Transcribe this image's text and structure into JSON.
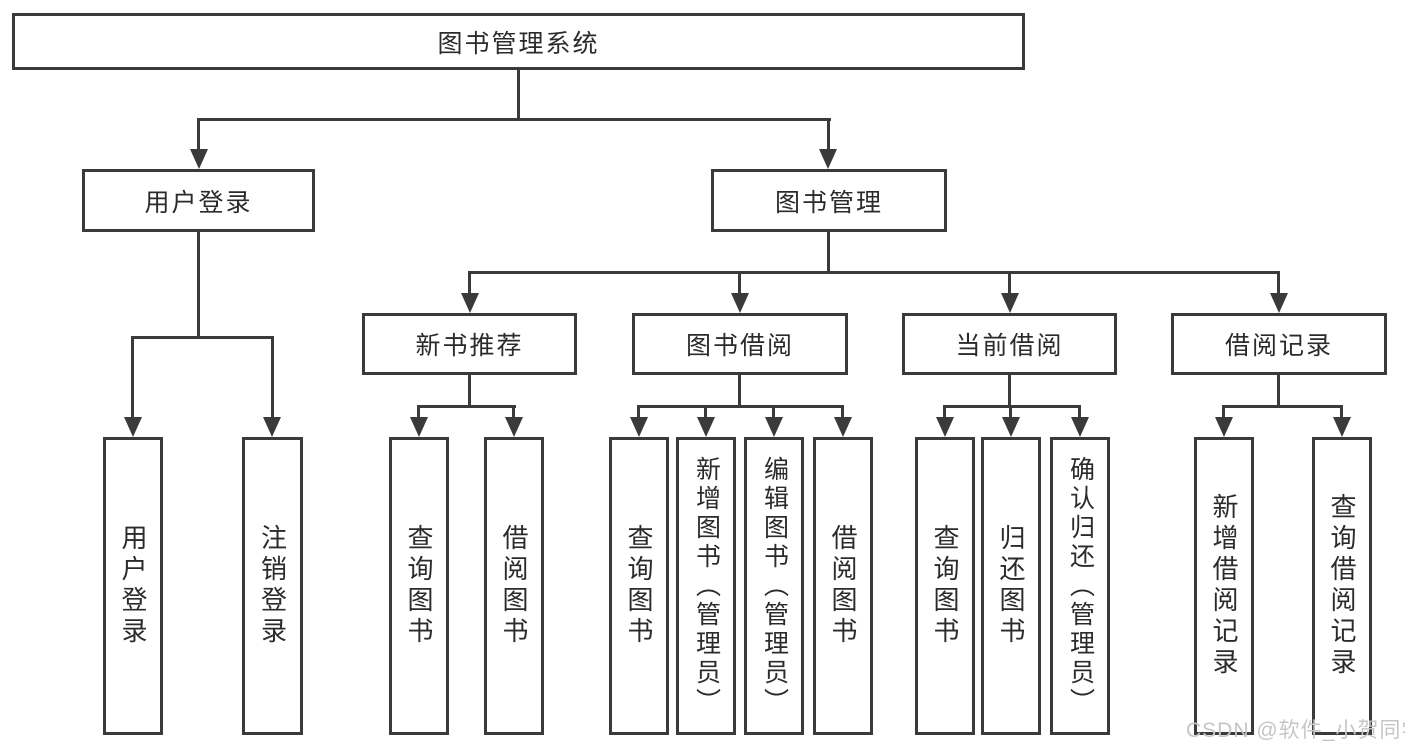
{
  "diagram": {
    "colors": {
      "line": "#3a3a3a",
      "text": "#2b2b2b",
      "watermark": "#c6c6c6",
      "background": "#ffffff"
    },
    "watermark": "CSDN @软件_小贺同学",
    "nodes": {
      "root": {
        "label": "图书管理系统"
      },
      "user_login": {
        "label": "用户登录"
      },
      "book_mgmt": {
        "label": "图书管理"
      },
      "login": {
        "label": "用户登录"
      },
      "logout": {
        "label": "注销登录"
      },
      "new_book_rec": {
        "label": "新书推荐"
      },
      "book_borrow": {
        "label": "图书借阅"
      },
      "current_borrow": {
        "label": "当前借阅"
      },
      "borrow_records": {
        "label": "借阅记录"
      },
      "rec_query": {
        "label": "查询图书"
      },
      "rec_borrow": {
        "label": "借阅图书"
      },
      "bor_query": {
        "label": "查询图书"
      },
      "bor_add": {
        "label": "新增图书（管理员）"
      },
      "bor_edit": {
        "label": "编辑图书（管理员）"
      },
      "bor_borrow": {
        "label": "借阅图书"
      },
      "cur_query": {
        "label": "查询图书"
      },
      "cur_return": {
        "label": "归还图书"
      },
      "cur_confirm": {
        "label": "确认归还（管理员）"
      },
      "rcd_add": {
        "label": "新增借阅记录"
      },
      "rcd_query": {
        "label": "查询借阅记录"
      }
    },
    "edges": [
      {
        "from": "root",
        "to": "user_login"
      },
      {
        "from": "root",
        "to": "book_mgmt"
      },
      {
        "from": "user_login",
        "to": "login"
      },
      {
        "from": "user_login",
        "to": "logout"
      },
      {
        "from": "book_mgmt",
        "to": "new_book_rec"
      },
      {
        "from": "book_mgmt",
        "to": "book_borrow"
      },
      {
        "from": "book_mgmt",
        "to": "current_borrow"
      },
      {
        "from": "book_mgmt",
        "to": "borrow_records"
      },
      {
        "from": "new_book_rec",
        "to": "rec_query"
      },
      {
        "from": "new_book_rec",
        "to": "rec_borrow"
      },
      {
        "from": "book_borrow",
        "to": "bor_query"
      },
      {
        "from": "book_borrow",
        "to": "bor_add"
      },
      {
        "from": "book_borrow",
        "to": "bor_edit"
      },
      {
        "from": "book_borrow",
        "to": "bor_borrow"
      },
      {
        "from": "current_borrow",
        "to": "cur_query"
      },
      {
        "from": "current_borrow",
        "to": "cur_return"
      },
      {
        "from": "current_borrow",
        "to": "cur_confirm"
      },
      {
        "from": "borrow_records",
        "to": "rcd_add"
      },
      {
        "from": "borrow_records",
        "to": "rcd_query"
      }
    ]
  }
}
